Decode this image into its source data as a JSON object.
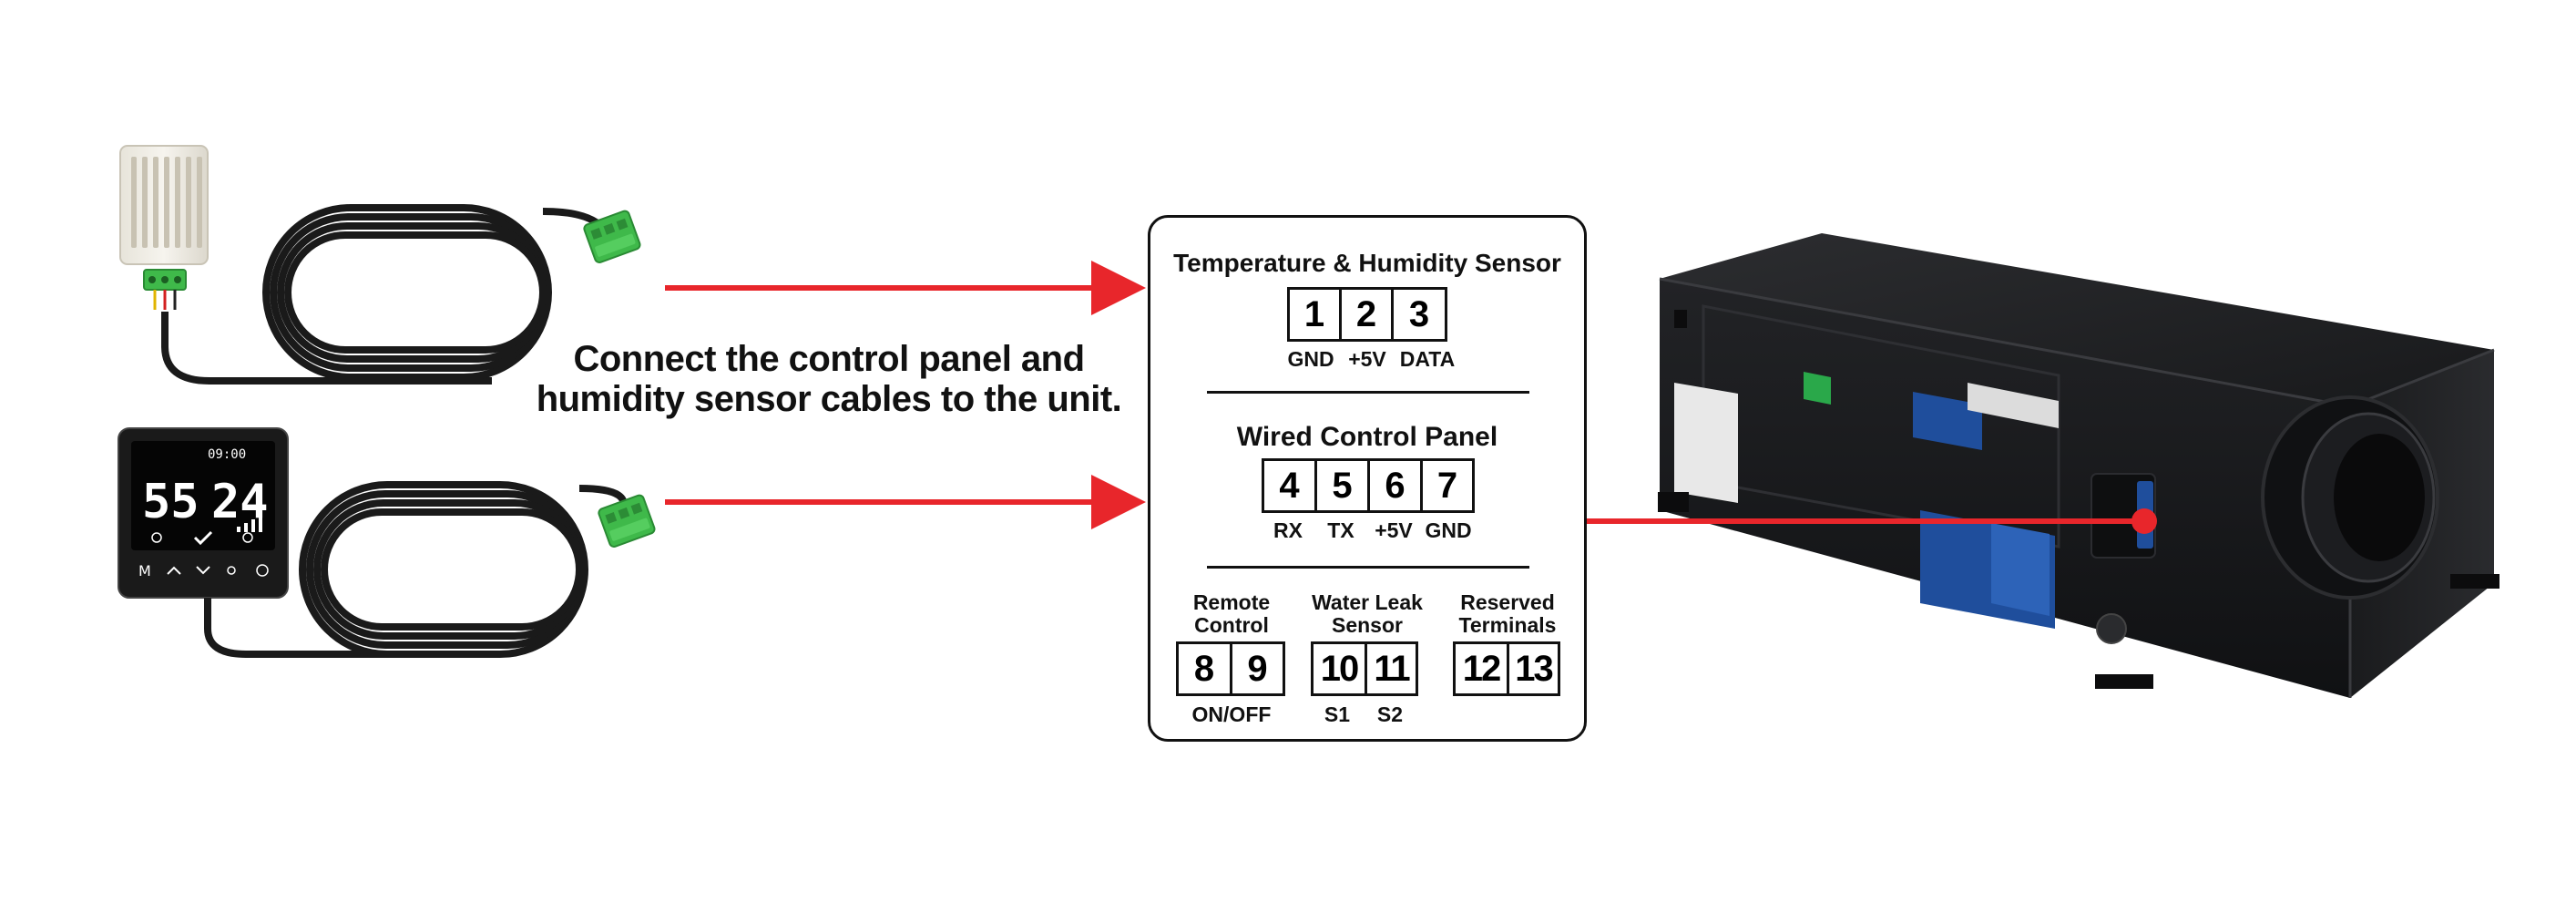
{
  "instruction": {
    "line1": "Connect the control panel and",
    "line2": "humidity sensor cables to the unit."
  },
  "terminal_panel": {
    "temp_humidity": {
      "title": "Temperature & Humidity Sensor",
      "terminals": [
        "1",
        "2",
        "3"
      ],
      "labels": [
        "GND",
        "+5V",
        "DATA"
      ]
    },
    "wired_control": {
      "title": "Wired Control Panel",
      "terminals": [
        "4",
        "5",
        "6",
        "7"
      ],
      "labels": [
        "RX",
        "TX",
        "+5V",
        "GND"
      ]
    },
    "remote_control": {
      "title_line1": "Remote",
      "title_line2": "Control",
      "terminals": [
        "8",
        "9"
      ],
      "label": "ON/OFF"
    },
    "water_leak": {
      "title_line1": "Water Leak",
      "title_line2": "Sensor",
      "terminals": [
        "10",
        "11"
      ],
      "labels": [
        "S1",
        "S2"
      ]
    },
    "reserved": {
      "title_line1": "Reserved",
      "title_line2": "Terminals",
      "terminals": [
        "12",
        "13"
      ]
    }
  },
  "control_display": {
    "humidity": "55",
    "temperature": "24",
    "clock": "09:00",
    "mode_key": "M"
  },
  "colors": {
    "arrow": "#e8262b",
    "connector": "#3fb94a",
    "unit_body": "#1d1e20",
    "ink": "#111111"
  },
  "icons": [
    "sensor-module-icon",
    "control-panel-icon",
    "connector-plug-icon",
    "dehumidifier-unit-icon"
  ]
}
